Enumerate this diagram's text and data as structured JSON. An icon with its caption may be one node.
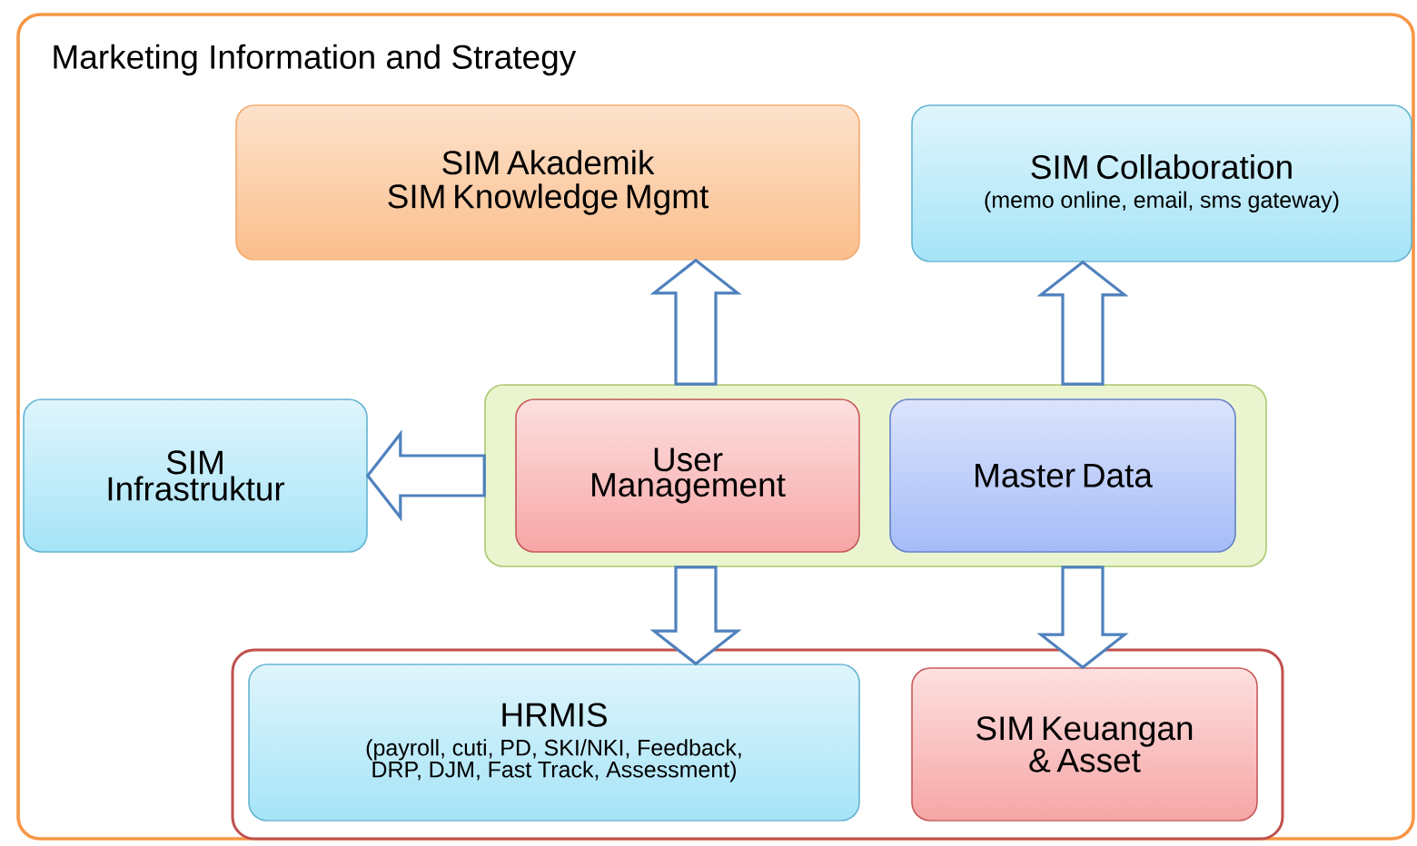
{
  "diagram": {
    "nodes": [
      {
        "text": [
          "Marketing Information and Strategy"
        ]
      },
      {
        "text": [
          "SIM Akademik",
          "SIM Knowledge Mgmt"
        ],
        "in": 0
      },
      {
        "text": [
          "SIM Collaboration",
          "(memo online, email, sms gateway)"
        ],
        "in": 0
      },
      {
        "text": [
          "SIM Infrastruktur"
        ],
        "in": 0
      },
      {
        "text": [],
        "shape": "box",
        "in": 0
      },
      {
        "text": [
          "User Management"
        ],
        "in": 4
      },
      {
        "text": [
          "Master Data"
        ],
        "in": 4
      },
      {
        "text": [],
        "shape": "box",
        "in": 0
      },
      {
        "text": [
          "HRMIS",
          "(payroll, cuti, PD, SKI/NKI, Feedback, DRP, DJM, Fast Track, Assessment)"
        ],
        "in": 7
      },
      {
        "text": [
          "SIM Keuangan & Asset"
        ],
        "in": 7
      }
    ],
    "edges": [
      {
        "from": 4,
        "to": 1,
        "arrow": "to"
      },
      {
        "from": 4,
        "to": 2,
        "arrow": "to"
      },
      {
        "from": 4,
        "to": 3,
        "arrow": "to"
      },
      {
        "from": 4,
        "to": 8,
        "arrow": "to"
      },
      {
        "from": 4,
        "to": 9,
        "arrow": "to"
      }
    ]
  }
}
